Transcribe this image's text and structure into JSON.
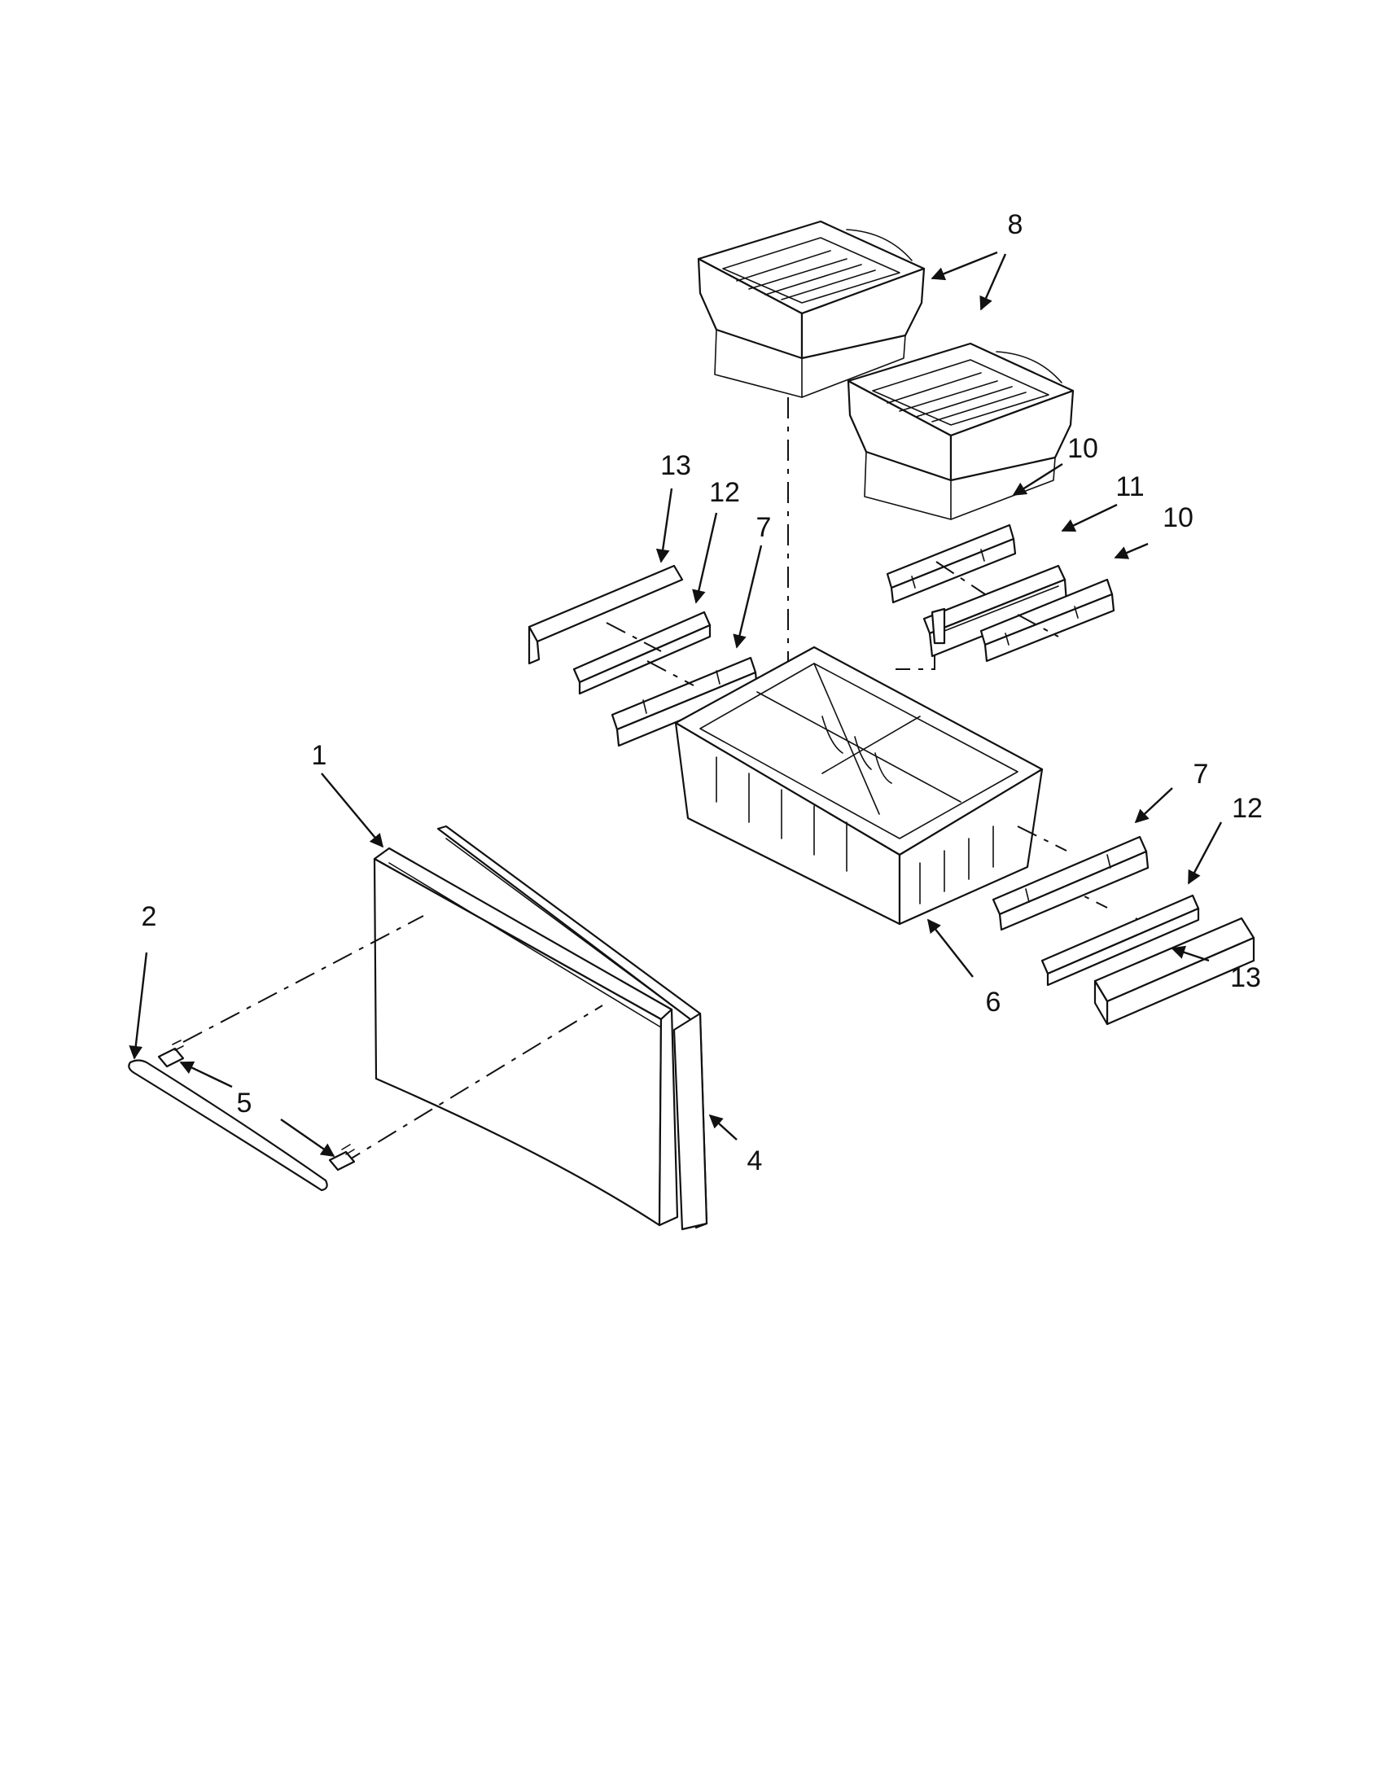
{
  "colors": {
    "ink": "#111111",
    "paper": "#ffffff"
  },
  "callouts": [
    {
      "id": "c1",
      "label": "1",
      "part": "freezer-door"
    },
    {
      "id": "c2",
      "label": "2",
      "part": "door-handle"
    },
    {
      "id": "c4",
      "label": "4",
      "part": "door-gasket"
    },
    {
      "id": "c5",
      "label": "5",
      "part": "handle-screw"
    },
    {
      "id": "c6",
      "label": "6",
      "part": "freezer-basket"
    },
    {
      "id": "c7a",
      "label": "7",
      "part": "slide-rail"
    },
    {
      "id": "c7b",
      "label": "7",
      "part": "slide-rail"
    },
    {
      "id": "c8",
      "label": "8",
      "part": "ice-tray-bin"
    },
    {
      "id": "c10a",
      "label": "10",
      "part": "upper-slide"
    },
    {
      "id": "c10b",
      "label": "10",
      "part": "upper-slide"
    },
    {
      "id": "c11",
      "label": "11",
      "part": "upper-slide-center"
    },
    {
      "id": "c12a",
      "label": "12",
      "part": "rail-bracket"
    },
    {
      "id": "c12b",
      "label": "12",
      "part": "rail-bracket"
    },
    {
      "id": "c13a",
      "label": "13",
      "part": "rail-cover"
    },
    {
      "id": "c13b",
      "label": "13",
      "part": "rail-cover"
    }
  ]
}
